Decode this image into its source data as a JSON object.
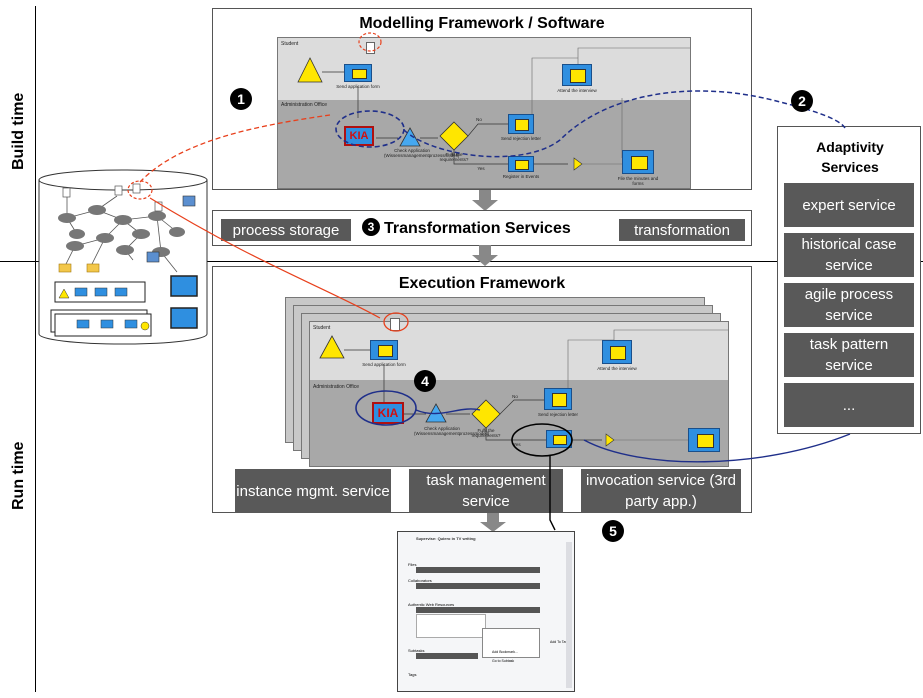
{
  "phases": {
    "build": "Build time",
    "run": "Run time"
  },
  "modelling": {
    "title": "Modelling Framework / Software",
    "lanes": {
      "student": "Student",
      "office": "Administration Office"
    },
    "tasks": {
      "send_form": "Send application form",
      "check": "Check Application (Wissensmanagementprozessmodell)",
      "fulfil": "Fulfil the requirements?",
      "rejection": "Send rejection letter",
      "interview": "Attend the interview",
      "register": "Register in Events",
      "file": "File the minutes and forms",
      "no": "No",
      "yes": "Yes",
      "kia": "KIA"
    }
  },
  "transformation": {
    "left": "process storage",
    "title": "Transformation Services",
    "right": "transformation"
  },
  "execution": {
    "title": "Execution Framework",
    "services": [
      {
        "label": "instance mgmt. service"
      },
      {
        "label": "task management service"
      },
      {
        "label": "invocation service (3rd party app.)"
      }
    ]
  },
  "adaptivity": {
    "title": "Adaptivity Services",
    "services": [
      {
        "label": "expert service"
      },
      {
        "label": "historical case service"
      },
      {
        "label": "agile process service"
      },
      {
        "label": "task pattern service"
      },
      {
        "label": "..."
      }
    ]
  },
  "markers": [
    "1",
    "2",
    "3",
    "4",
    "5"
  ],
  "task_screen": {
    "title": "Supervise: Quiero in TV writing",
    "rows": [
      "Files",
      "Collaborators",
      "Authentic Web Resources",
      "Subtasks",
      "Tags"
    ],
    "menu": [
      "Add To Task",
      "Add Bookmark...",
      "Go to Subtask"
    ]
  },
  "colors": {
    "dark_box": "#595959",
    "red_dashed": "#e8401c",
    "blue_dashed": "#1f2f8a",
    "task_blue": "#2f8fe0",
    "gateway_yellow": "#ffe600",
    "lane_grey": "#a8a8a8"
  }
}
